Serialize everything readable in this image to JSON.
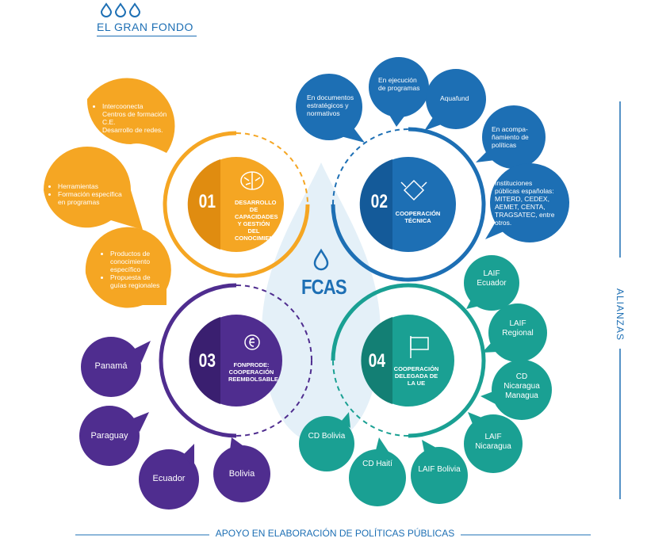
{
  "header": {
    "title": "EL GRAN FONDO"
  },
  "center": {
    "label": "FCAS"
  },
  "side_label": "ALIANZAS",
  "footer": {
    "label": "APOYO EN ELABORACIÓN DE POLÍTICAS PÚBLICAS"
  },
  "colors": {
    "orange": "#f5a623",
    "blue": "#1d6fb4",
    "purple": "#4f2d8f",
    "teal": "#1aa093",
    "pale": "#e4f0f8"
  },
  "pillars": [
    {
      "number": "01",
      "label": "DESARROLLO DE CAPACIDADES Y GESTIÓN DEL CONOCIMIENTO",
      "icon": "brain-icon"
    },
    {
      "number": "02",
      "label": "COOPERACIÓN TÉCNICA",
      "icon": "handshake-icon"
    },
    {
      "number": "03",
      "label": "FONPRODE: COOPERACIÓN REEMBOLSABLE",
      "icon": "people-euro-icon"
    },
    {
      "number": "04",
      "label": "COOPERACIÓN DELEGADA DE LA UE",
      "icon": "eu-flag-icon"
    }
  ],
  "orange_drops": [
    {
      "items": [
        "Intercoonecta Centros de formación C.E.",
        "Desarrollo de redes."
      ]
    },
    {
      "items": [
        "Herramientas",
        "Formación específica en programas"
      ]
    },
    {
      "items": [
        "Productos de conocimiento específico",
        "Propuesta de guías regionales"
      ]
    }
  ],
  "blue_drops": [
    {
      "text": "En documentos estratégicos y normativos"
    },
    {
      "text": "En ejecución de programas"
    },
    {
      "text": "Aquafund"
    },
    {
      "text": "En acompa-ñamiento de políticas"
    },
    {
      "text": "Instituciones públicas españolas: MITERD, CEDEX, AEMET, CENTA, TRAGSATEC, entre otros."
    }
  ],
  "purple_drops": [
    {
      "text": "Panamá"
    },
    {
      "text": "Paraguay"
    },
    {
      "text": "Ecuador"
    },
    {
      "text": "Bolivia"
    }
  ],
  "teal_drops": [
    {
      "text": "LAIF Ecuador"
    },
    {
      "text": "LAIF Regional"
    },
    {
      "text": "CD Nicaragua Managua"
    },
    {
      "text": "LAIF Nicaragua"
    },
    {
      "text": "LAIF Bolivia"
    },
    {
      "text": "CD Haití"
    },
    {
      "text": "CD Bolivia"
    }
  ]
}
